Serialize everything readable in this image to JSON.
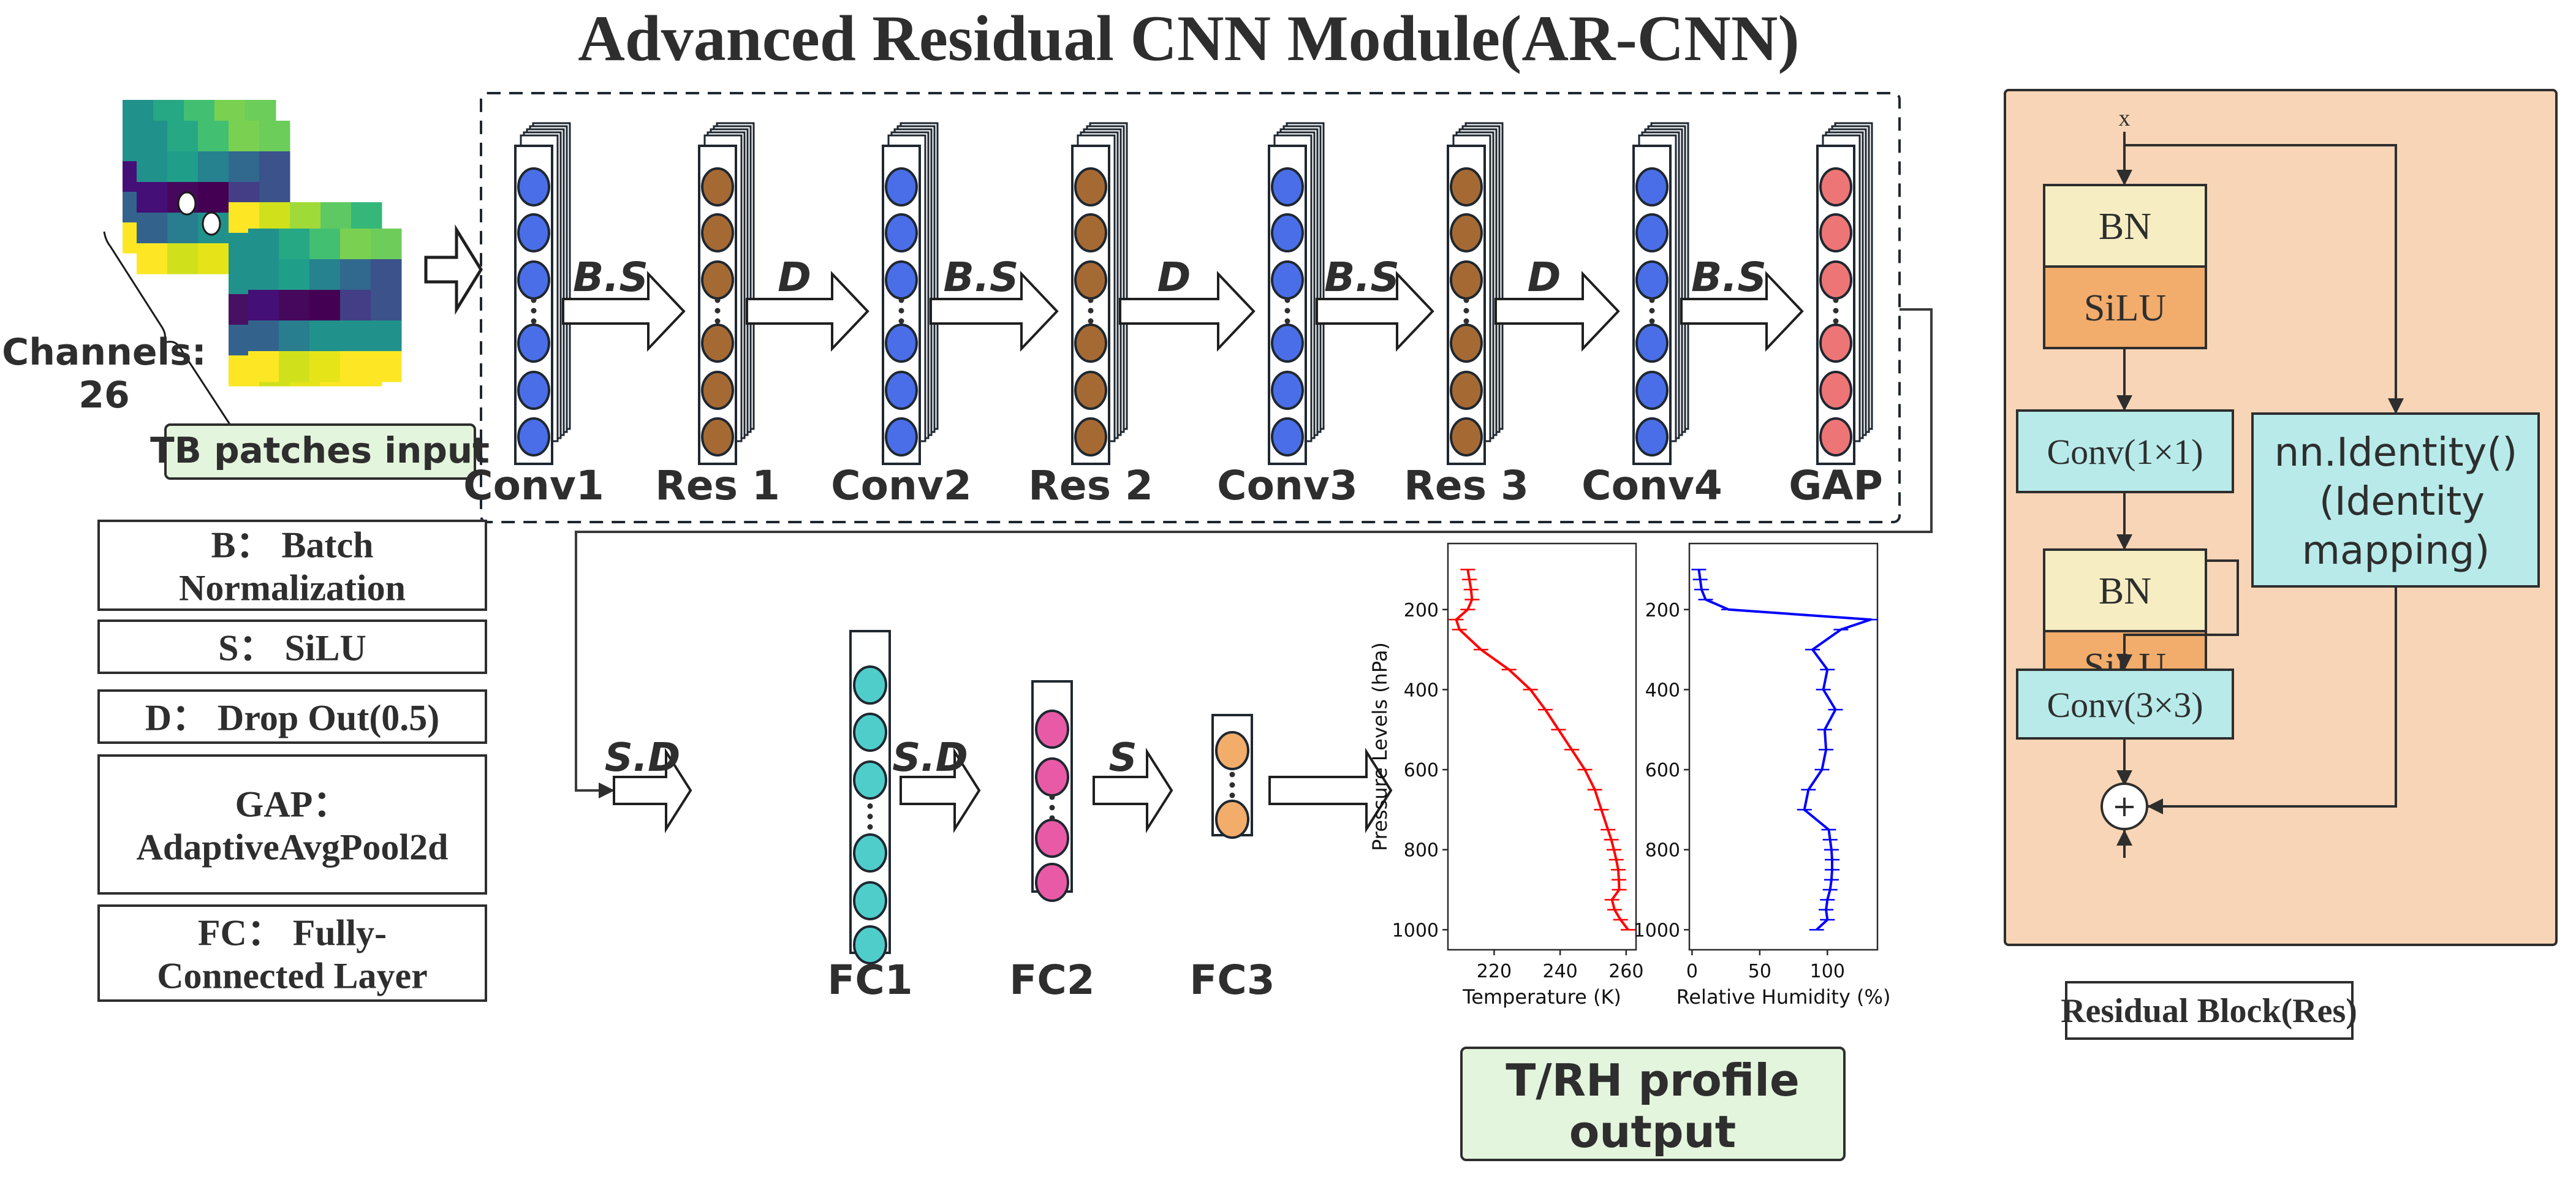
{
  "title": "Advanced Residual CNN Module(AR-CNN)",
  "input": {
    "channels_label": "Channels:",
    "channels_value": "26",
    "caption": "TB patches input"
  },
  "colors": {
    "conv": "#4a6ee8",
    "res": "#a56a33",
    "gap": "#ee7575",
    "fc1": "#4ecdcb",
    "fc2": "#e85aa6",
    "fc3": "#f2ad6b",
    "res_block_bg": "#f7d5b6",
    "bn": "#f6edc3",
    "silu": "#f2ac6c",
    "conv_box": "#b8eaea",
    "green_label": "#e3f5dc",
    "temp_line": "#ff0000",
    "rh_line": "#0000ff",
    "ink": "#2e2e2e"
  },
  "cnn_layers": [
    {
      "label": "Conv1",
      "kind": "conv"
    },
    {
      "label": "Res 1",
      "kind": "res"
    },
    {
      "label": "Conv2",
      "kind": "conv"
    },
    {
      "label": "Res 2",
      "kind": "res"
    },
    {
      "label": "Conv3",
      "kind": "conv"
    },
    {
      "label": "Res 3",
      "kind": "res"
    },
    {
      "label": "Conv4",
      "kind": "conv"
    },
    {
      "label": "GAP",
      "kind": "gap"
    }
  ],
  "cnn_arrows": [
    "B.S",
    "D",
    "B.S",
    "D",
    "B.S",
    "D",
    "B.S"
  ],
  "fc_layers": [
    {
      "label": "FC1",
      "kind": "fc1",
      "nodes": 6
    },
    {
      "label": "FC2",
      "kind": "fc2",
      "nodes": 4
    },
    {
      "label": "FC3",
      "kind": "fc3",
      "nodes": 2
    }
  ],
  "fc_arrows": [
    "S.D",
    "S.D",
    "S",
    ""
  ],
  "legend": [
    {
      "lines": [
        "B： Batch",
        "Normalization"
      ]
    },
    {
      "lines": [
        "S： SiLU"
      ]
    },
    {
      "lines": [
        "D： Drop Out(0.5)"
      ]
    },
    {
      "lines": [
        "GAP：",
        "AdaptiveAvgPool2d"
      ]
    },
    {
      "lines": [
        "FC： Fully-",
        "Connected Layer"
      ]
    }
  ],
  "residual_block": {
    "input_label": "x",
    "bn1": "BN",
    "silu1": "SiLU",
    "conv1": "Conv(1×1)",
    "bn2": "BN",
    "silu2": "SiLU",
    "conv2": "Conv(3×3)",
    "identity": [
      "nn.Identity()",
      "(Identity",
      "mapping)"
    ],
    "sum_symbol": "+",
    "caption": "Residual Block(Res)"
  },
  "output_caption": [
    "T/RH profile",
    "output"
  ],
  "chart_data": [
    {
      "type": "line",
      "title": "",
      "xlabel": "Temperature (K)",
      "ylabel": "Pressure Levels (hPa)",
      "xlim": [
        206,
        263
      ],
      "ylim": [
        1050,
        35
      ],
      "y_inverted": true,
      "xticks": [
        220,
        240,
        260
      ],
      "yticks": [
        200,
        400,
        600,
        800,
        1000
      ],
      "grid": false,
      "marker": "horizontal-tick",
      "series": [
        {
          "name": "Temperature",
          "y": [
            100,
            125,
            150,
            175,
            200,
            225,
            250,
            300,
            350,
            400,
            450,
            500,
            550,
            600,
            650,
            700,
            750,
            775,
            800,
            825,
            850,
            875,
            900,
            925,
            950,
            975,
            1000
          ],
          "x": [
            212,
            212.5,
            213,
            213.3,
            212,
            208.5,
            209.5,
            216,
            224.5,
            231,
            235.5,
            239.5,
            243.5,
            247.5,
            250.5,
            252.5,
            254.5,
            255.5,
            256.3,
            257,
            257.6,
            257.8,
            257.9,
            255.7,
            256.5,
            258.3,
            260.6
          ]
        }
      ]
    },
    {
      "type": "line",
      "title": "",
      "xlabel": "Relative Humidity (%)",
      "ylabel": "",
      "xlim": [
        -2,
        137
      ],
      "ylim": [
        1050,
        35
      ],
      "y_inverted": true,
      "xticks": [
        0,
        50,
        100
      ],
      "yticks": [
        200,
        400,
        600,
        800,
        1000
      ],
      "grid": false,
      "marker": "horizontal-tick",
      "series": [
        {
          "name": "Relative Humidity",
          "y": [
            100,
            125,
            150,
            175,
            200,
            225,
            250,
            300,
            350,
            400,
            450,
            500,
            550,
            600,
            650,
            700,
            750,
            775,
            800,
            825,
            850,
            875,
            900,
            925,
            950,
            975,
            1000
          ],
          "x": [
            5,
            6,
            7,
            10,
            27,
            132,
            110,
            89,
            100,
            97,
            106,
            98,
            99,
            96,
            86,
            83,
            101,
            102,
            103,
            103.5,
            103.5,
            103,
            102,
            100,
            99,
            100,
            92
          ]
        }
      ]
    }
  ]
}
